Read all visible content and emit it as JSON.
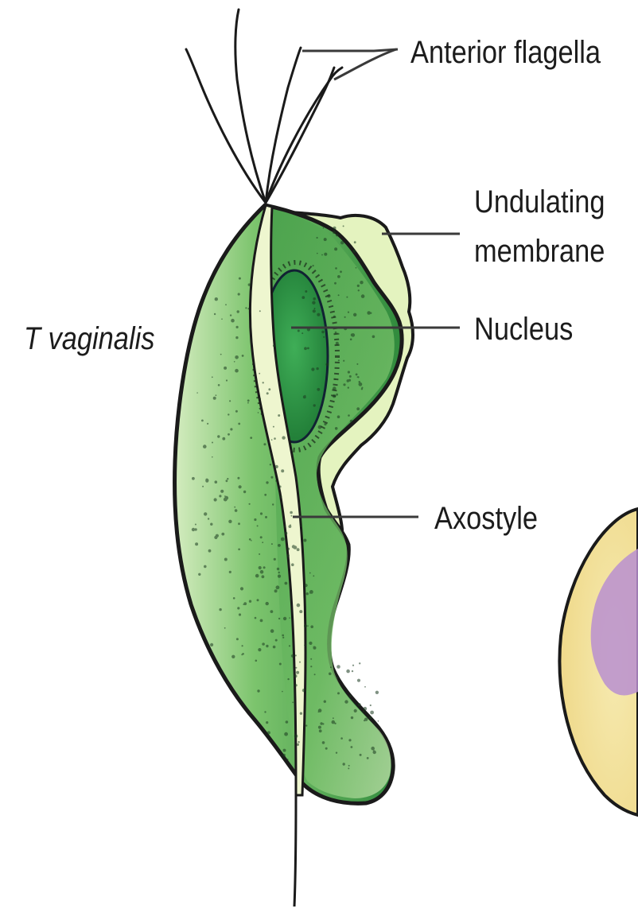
{
  "diagram": {
    "organism_label": "T vaginalis",
    "labels": {
      "flagella": "Anterior flagella",
      "membrane_line1": "Undulating",
      "membrane_line2": "membrane",
      "nucleus": "Nucleus",
      "axostyle": "Axostyle"
    },
    "colors": {
      "body_dark": "#2f8a3c",
      "body_mid": "#5eb35f",
      "body_light": "#cfe9b5",
      "membrane": "#e4f3bf",
      "nucleus": "#2f9b48",
      "axostyle": "#eef6cf",
      "outline": "#1a1a1a",
      "neighbor_cell": "#f3e3a0",
      "neighbor_nucleus": "#b98fd0"
    }
  }
}
